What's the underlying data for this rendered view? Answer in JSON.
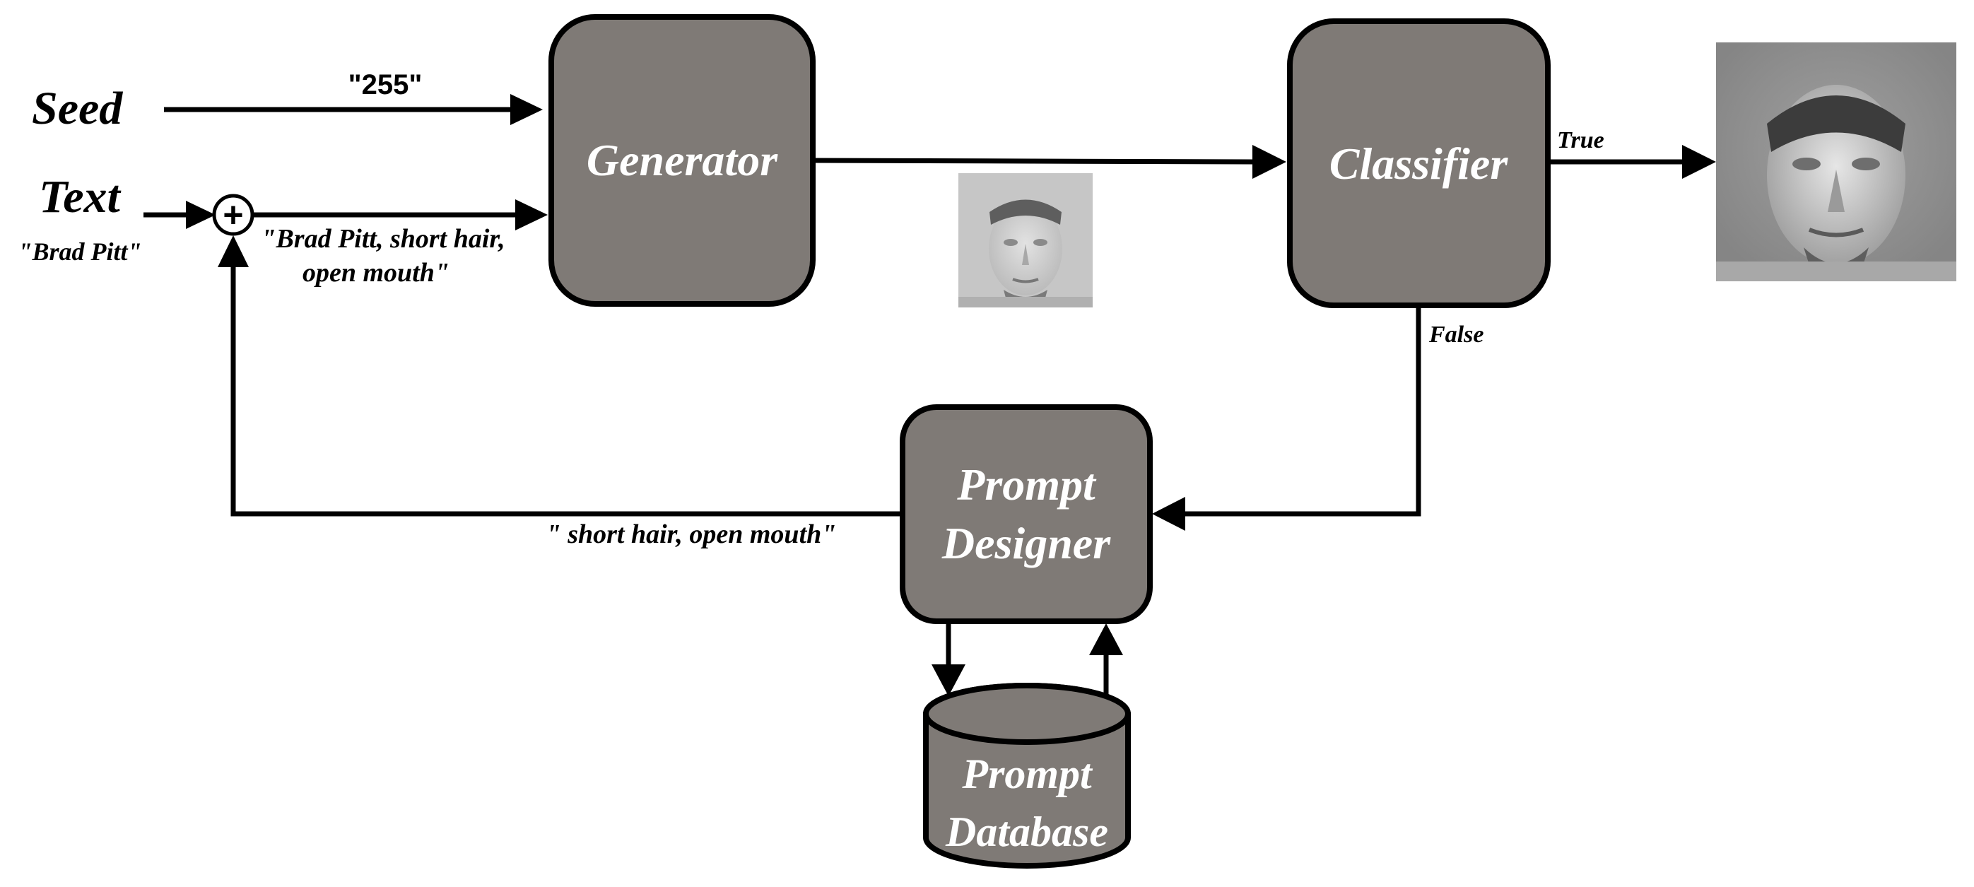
{
  "inputs": {
    "seed_label": "Seed",
    "seed_value": "\"255\"",
    "text_label": "Text",
    "text_value": "\"Brad Pitt\""
  },
  "combined_prompt": {
    "line1": "\"Brad Pitt, short hair,",
    "line2": "open mouth\""
  },
  "sum_symbol": "+",
  "nodes": {
    "generator": "Generator",
    "classifier": "Classifier",
    "prompt_designer_line1": "Prompt",
    "prompt_designer_line2": "Designer",
    "prompt_database_line1": "Prompt",
    "prompt_database_line2": "Database"
  },
  "edges": {
    "true_label": "True",
    "false_label": "False",
    "feedback_prompt": "\" short hair, open mouth\""
  },
  "colors": {
    "node_fill": "#7f7a76",
    "node_stroke": "#000000",
    "node_text": "#ffffff"
  }
}
